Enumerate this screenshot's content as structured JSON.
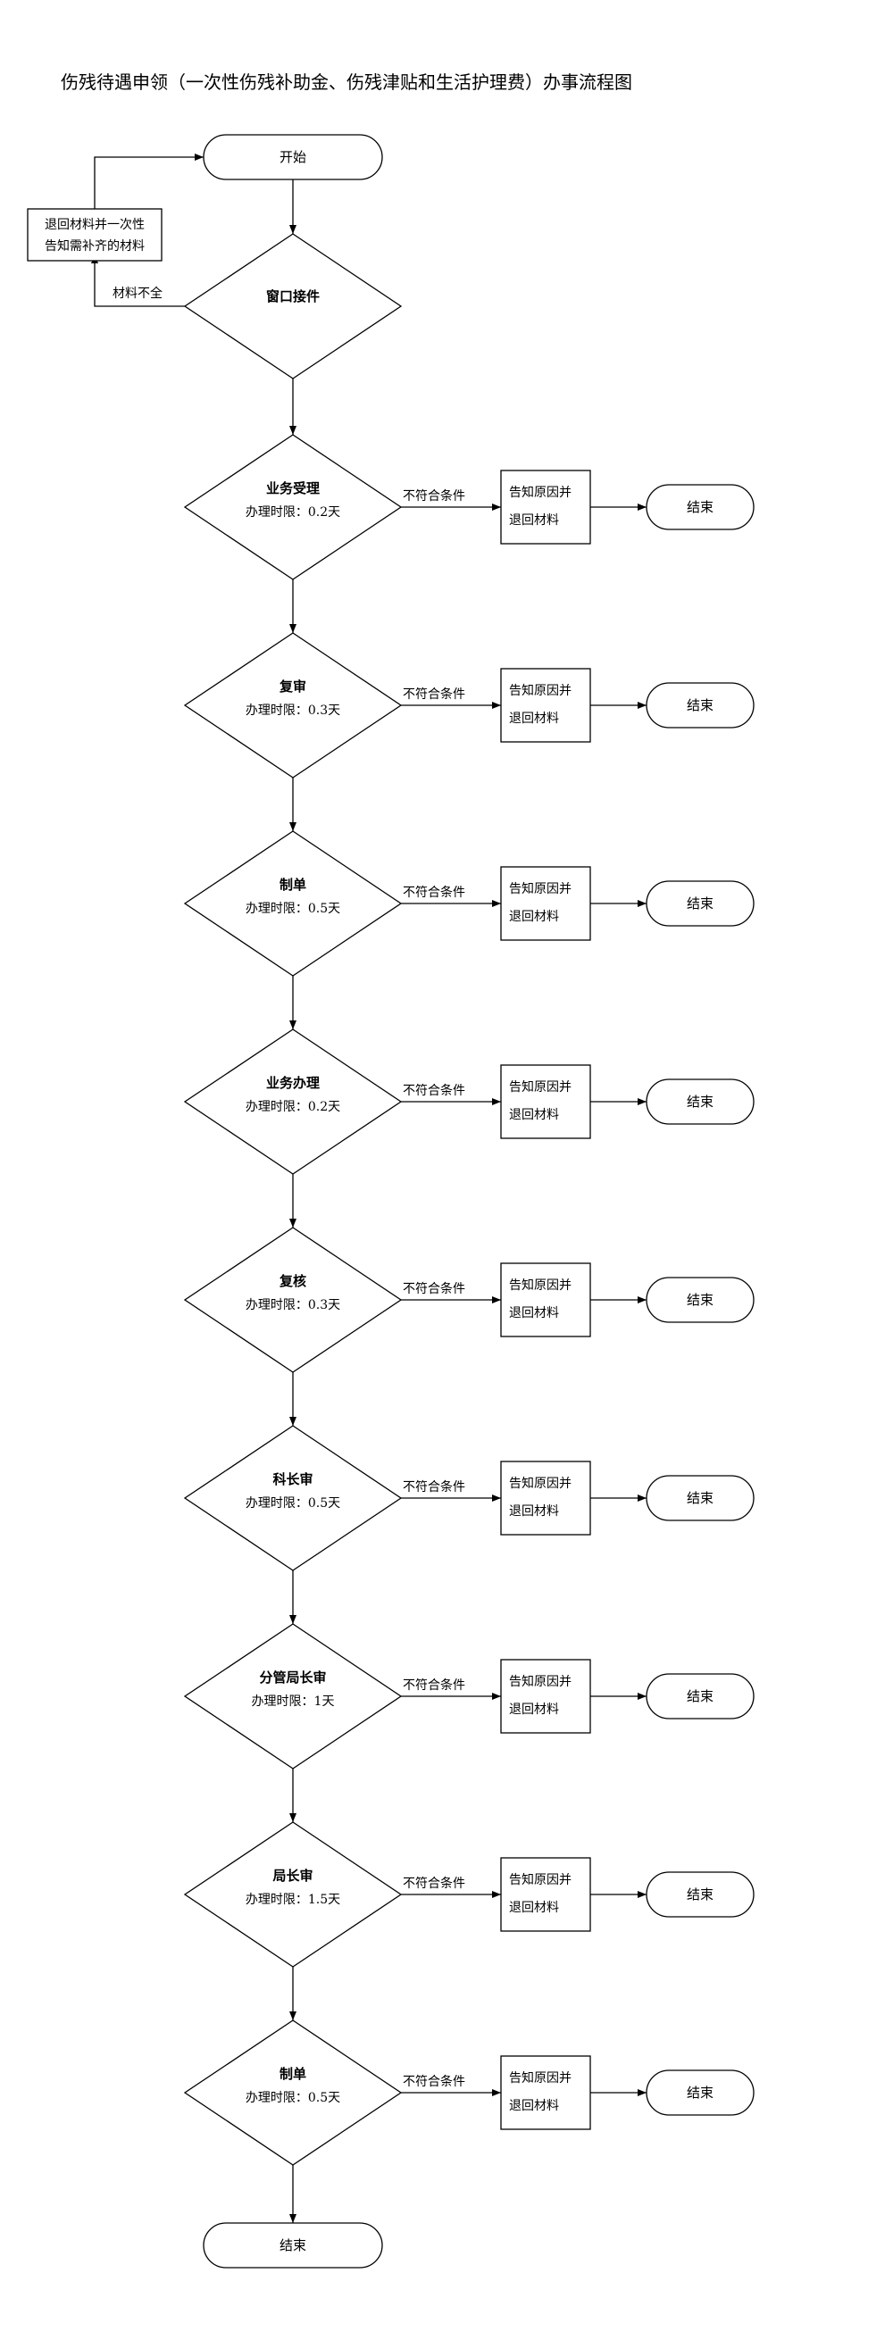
{
  "title": "伤残待遇申领（一次性伤残补助金、伤残津贴和生活护理费）办事流程图",
  "start_label": "开始",
  "intake": {
    "label": "窗口接件",
    "reject_condition": "材料不全",
    "return_box": [
      "退回材料并一次性",
      "告知需补齐的材料"
    ]
  },
  "reject_condition": "不符合条件",
  "reject_box": [
    "告知原因并",
    "退回材料"
  ],
  "end_label": "结束",
  "steps": [
    {
      "name": "业务受理",
      "limit": "办理时限：0.2天"
    },
    {
      "name": "复审",
      "limit": "办理时限：0.3天"
    },
    {
      "name": "制单",
      "limit": "办理时限：0.5天"
    },
    {
      "name": "业务办理",
      "limit": "办理时限：0.2天"
    },
    {
      "name": "复核",
      "limit": "办理时限：0.3天"
    },
    {
      "name": "科长审",
      "limit": "办理时限：0.5天"
    },
    {
      "name": "分管局长审",
      "limit": "办理时限：1天"
    },
    {
      "name": "局长审",
      "limit": "办理时限：1.5天"
    },
    {
      "name": "制单",
      "limit": "办理时限：0.5天"
    }
  ]
}
